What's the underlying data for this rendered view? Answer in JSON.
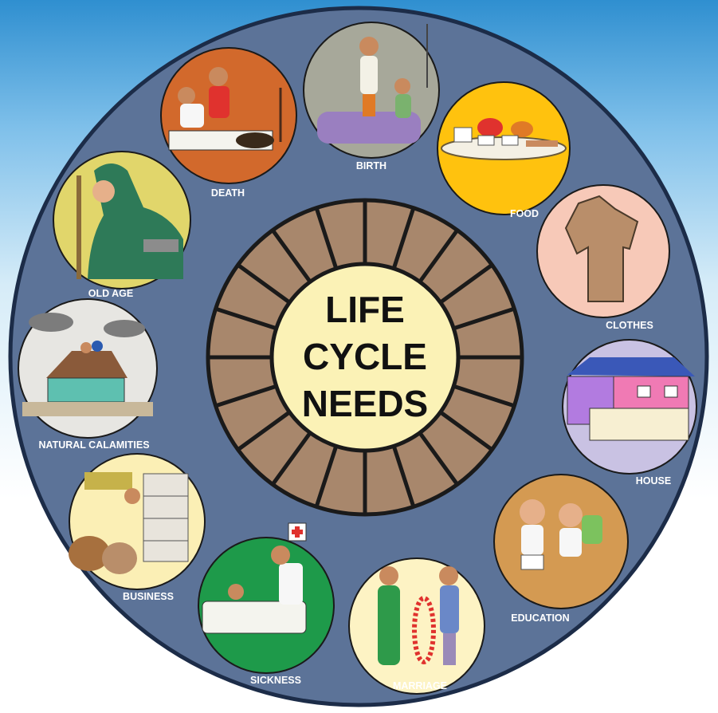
{
  "center": {
    "line1": "LIFE",
    "line2": "CYCLE",
    "line3": "NEEDS"
  },
  "needs": [
    {
      "label": "BIRTH",
      "icon": "mother-with-newborn-icon",
      "color": "#a7a89a"
    },
    {
      "label": "FOOD",
      "icon": "food-plate-icon",
      "color": "#ffc20e"
    },
    {
      "label": "CLOTHES",
      "icon": "shirt-icon",
      "color": "#f7c9b8"
    },
    {
      "label": "HOUSE",
      "icon": "house-icon",
      "color": "#c9c2e3"
    },
    {
      "label": "EDUCATION",
      "icon": "schoolchildren-icon",
      "color": "#d49a52"
    },
    {
      "label": "MARRIAGE",
      "icon": "bride-groom-garland-icon",
      "color": "#fdf3c4"
    },
    {
      "label": "SICKNESS",
      "icon": "patient-doctor-icon",
      "color": "#1e9a4a"
    },
    {
      "label": "BUSINESS",
      "icon": "shop-shelves-icon",
      "color": "#fbefb5"
    },
    {
      "label": "NATURAL CALAMITIES",
      "icon": "flood-house-icon",
      "color": "#e7e6e2"
    },
    {
      "label": "OLD AGE",
      "icon": "old-woman-icon",
      "color": "#e1d66b"
    },
    {
      "label": "DEATH",
      "icon": "mourning-icon",
      "color": "#d2692c"
    }
  ],
  "colors": {
    "outer_disc": "#5c7398",
    "wheel": "#a8876c",
    "hub": "#fbf2b6",
    "label_text": "#ffffff"
  }
}
